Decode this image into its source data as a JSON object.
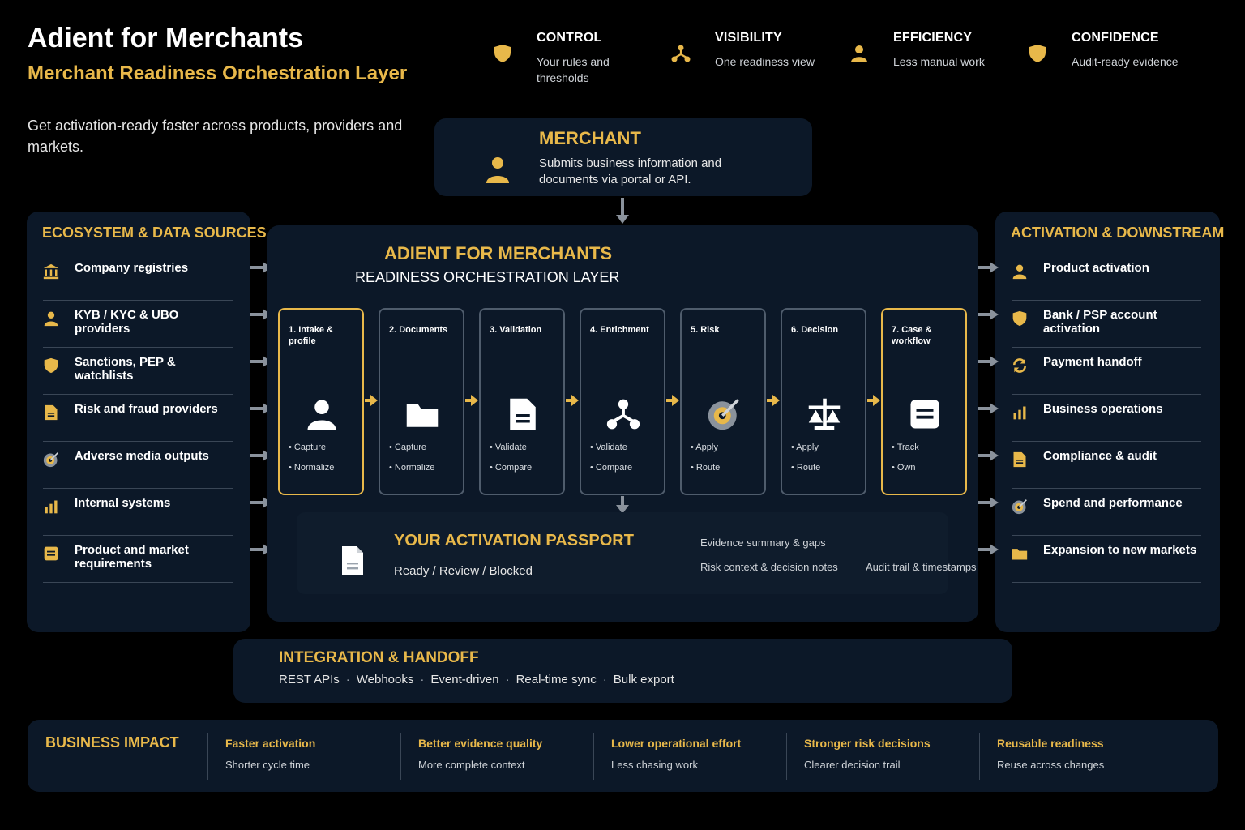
{
  "header": {
    "title": "Adient for Merchants",
    "subtitle": "Merchant Readiness Orchestration Layer",
    "tagline": "Get activation-ready faster across products, providers and markets."
  },
  "pillars": [
    {
      "icon": "shield-icon",
      "title": "CONTROL",
      "desc": "Your rules and thresholds"
    },
    {
      "icon": "network-icon",
      "title": "VISIBILITY",
      "desc": "One readiness view"
    },
    {
      "icon": "person-icon",
      "title": "EFFICIENCY",
      "desc": "Less manual work"
    },
    {
      "icon": "shield-icon",
      "title": "CONFIDENCE",
      "desc": "Audit-ready evidence"
    }
  ],
  "merchant": {
    "title": "MERCHANT",
    "desc": "Submits business information and documents via portal or API."
  },
  "ecosystem": {
    "title": "ECOSYSTEM & DATA SOURCES",
    "items": [
      {
        "icon": "bank-icon",
        "label": "Company registries"
      },
      {
        "icon": "person-icon",
        "label": "KYB / KYC & UBO providers"
      },
      {
        "icon": "shield-icon",
        "label": "Sanctions, PEP & watchlists"
      },
      {
        "icon": "document-icon",
        "label": "Risk and fraud providers"
      },
      {
        "icon": "target-icon",
        "label": "Adverse media outputs"
      },
      {
        "icon": "bar-chart-icon",
        "label": "Internal systems"
      },
      {
        "icon": "list-icon",
        "label": "Product and market requirements"
      }
    ]
  },
  "core": {
    "title": "ADIENT FOR MERCHANTS",
    "subtitle": "READINESS ORCHESTRATION LAYER",
    "steps": [
      {
        "label": "1. Intake & profile",
        "icon": "person-icon",
        "bullets": [
          "• Capture",
          "• Normalize"
        ],
        "highlight": true
      },
      {
        "label": "2. Documents",
        "icon": "folder-icon",
        "bullets": [
          "• Capture",
          "• Normalize"
        ],
        "highlight": false
      },
      {
        "label": "3. Validation",
        "icon": "document-icon",
        "bullets": [
          "• Validate",
          "• Compare"
        ],
        "highlight": false
      },
      {
        "label": "4. Enrichment",
        "icon": "network-icon",
        "bullets": [
          "• Validate",
          "• Compare"
        ],
        "highlight": false
      },
      {
        "label": "5. Risk",
        "icon": "target-icon",
        "bullets": [
          "• Apply",
          "• Route"
        ],
        "highlight": false
      },
      {
        "label": "6. Decision",
        "icon": "scale-icon",
        "bullets": [
          "• Apply",
          "• Route"
        ],
        "highlight": false
      },
      {
        "label": "7. Case & workflow",
        "icon": "list-icon",
        "bullets": [
          "• Track",
          "• Own"
        ],
        "highlight": true
      }
    ]
  },
  "passport": {
    "title": "YOUR ACTIVATION PASSPORT",
    "status": "Ready / Review / Blocked",
    "items": [
      "Evidence summary & gaps",
      "Risk context & decision notes",
      "Audit trail & timestamps"
    ]
  },
  "activation": {
    "title": "ACTIVATION & DOWNSTREAM",
    "items": [
      {
        "icon": "person-icon",
        "label": "Product activation"
      },
      {
        "icon": "shield-icon",
        "label": "Bank / PSP account activation"
      },
      {
        "icon": "refresh-icon",
        "label": "Payment handoff"
      },
      {
        "icon": "bar-chart-icon",
        "label": "Business operations"
      },
      {
        "icon": "document-icon",
        "label": "Compliance & audit"
      },
      {
        "icon": "target-icon",
        "label": "Spend and performance"
      },
      {
        "icon": "folder-icon",
        "label": "Expansion to new markets"
      }
    ]
  },
  "integration": {
    "title": "INTEGRATION & HANDOFF",
    "items": [
      "REST APIs",
      "Webhooks",
      "Event-driven",
      "Real-time sync",
      "Bulk export"
    ]
  },
  "impact": {
    "title": "BUSINESS IMPACT",
    "items": [
      {
        "title": "Faster activation",
        "desc": "Shorter cycle time"
      },
      {
        "title": "Better evidence quality",
        "desc": "More complete context"
      },
      {
        "title": "Lower operational effort",
        "desc": "Less chasing work"
      },
      {
        "title": "Stronger risk decisions",
        "desc": "Clearer decision trail"
      },
      {
        "title": "Reusable readiness",
        "desc": "Reuse across changes"
      }
    ]
  },
  "colors": {
    "accent": "#e8b84a",
    "panel": "#0c1828",
    "background": "#000000",
    "arrow": "#8a929c"
  }
}
